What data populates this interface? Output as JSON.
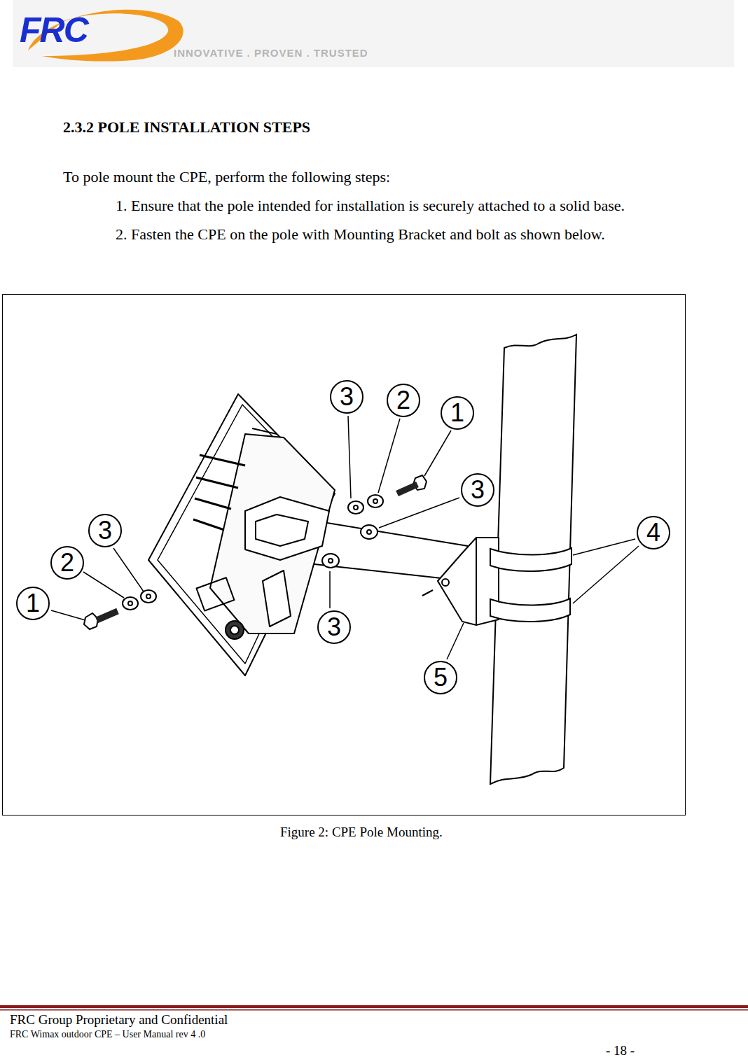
{
  "diagram": {
    "title": "2.3.2 POLE INSTALLATION STEPS",
    "caption": "Figure 2: CPE Pole Mounting.",
    "nodes": [
      {
        "text": [
          "3"
        ]
      },
      {
        "text": [
          "2"
        ]
      },
      {
        "text": [
          "1"
        ]
      },
      {
        "text": [
          "3"
        ]
      },
      {
        "text": [
          "3"
        ]
      },
      {
        "text": [
          "4"
        ]
      },
      {
        "text": [
          "2"
        ]
      },
      {
        "text": [
          "1"
        ]
      },
      {
        "text": [
          "3"
        ]
      },
      {
        "text": [
          "5"
        ]
      }
    ],
    "labels": [
      "FRC",
      "INNOVATIVE . PROVEN . TRUSTED",
      "To pole mount the CPE, perform the following steps:",
      "1. Ensure that the pole intended for installation is securely attached to a solid base.",
      "2. Fasten the CPE on the pole with Mounting Bracket and bolt as shown below.",
      "FRC Group Proprietary and Confidential",
      "FRC Wimax outdoor CPE – User Manual rev 4 .0",
      "- 18 -"
    ]
  }
}
